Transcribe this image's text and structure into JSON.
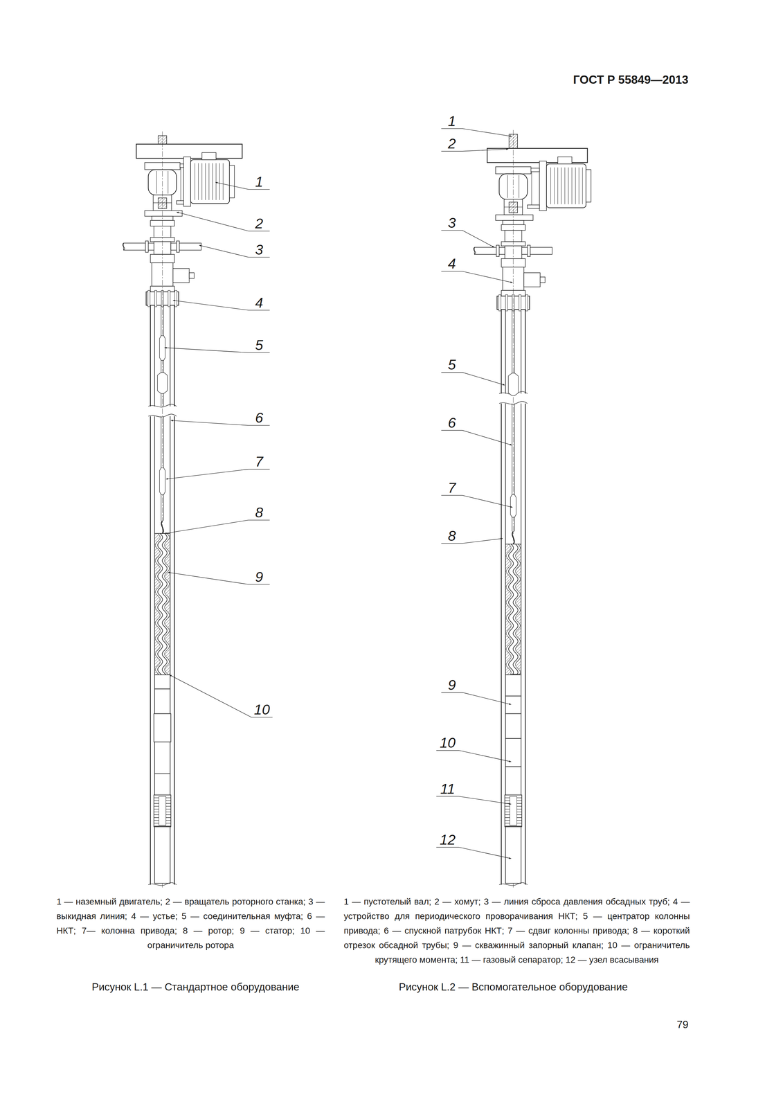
{
  "diagram": {
    "title": "ГОСТ Р 55849—2013",
    "labels": [
      "1",
      "2",
      "3",
      "4",
      "5",
      "6",
      "7",
      "8",
      "9",
      "10",
      "1",
      "2",
      "3",
      "4",
      "5",
      "6",
      "7",
      "8",
      "9",
      "10",
      "11",
      "12",
      "1 — наземный двигатель; 2 — вращатель роторного станка; 3 — выкидная линия; 4 — устье; 5 — соединительная муфта; 6 — НКТ; 7— колонна привода; 8 — ротор; 9 — статор; 10 — ограничитель ротора",
      "1 — пустотелый вал; 2 — хомут; 3 — линия сброса давления обсадных труб; 4 — устройство для периодического проворачивания НКТ; 5 — центратор колонны привода; 6 — спускной патрубок НКТ; 7 — сдвиг колонны привода; 8 — короткий отрезок обсадной трубы; 9 — скважинный запорный клапан; 10 — ограничитель крутящего момента; 11 — газовый сепаратор; 12 — узел всасывания",
      "Рисунок L.1 — Стандартное оборудование",
      "Рисунок L.2 — Вспомогательное оборудование",
      "79"
    ]
  }
}
